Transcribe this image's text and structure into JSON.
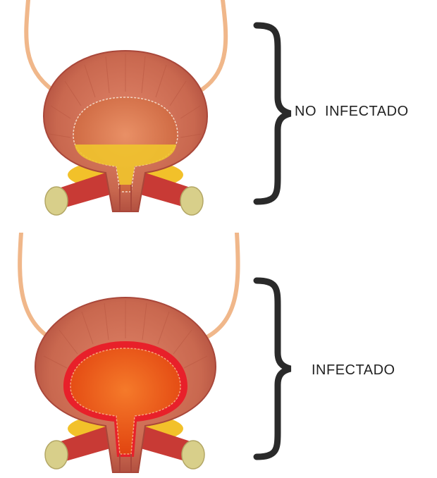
{
  "diagrams": [
    {
      "label": "NO  INFECTADO",
      "state": "healthy",
      "interior_color": "#d9733f",
      "urine_color": "#f0c42e",
      "lining_color": "#d67a4a"
    },
    {
      "label": "INFECTADO",
      "state": "infected",
      "interior_color": "#f05a12",
      "urine_color": "#f06a10",
      "lining_color": "#e8202a"
    }
  ],
  "colors": {
    "wall": "#c9684f",
    "wall_dark": "#a9473a",
    "ureter": "#f0b78a",
    "fat": "#f2c12a",
    "muscle": "#c83a35",
    "bone": "#d8cf8a",
    "brace": "#2a2a2a"
  }
}
